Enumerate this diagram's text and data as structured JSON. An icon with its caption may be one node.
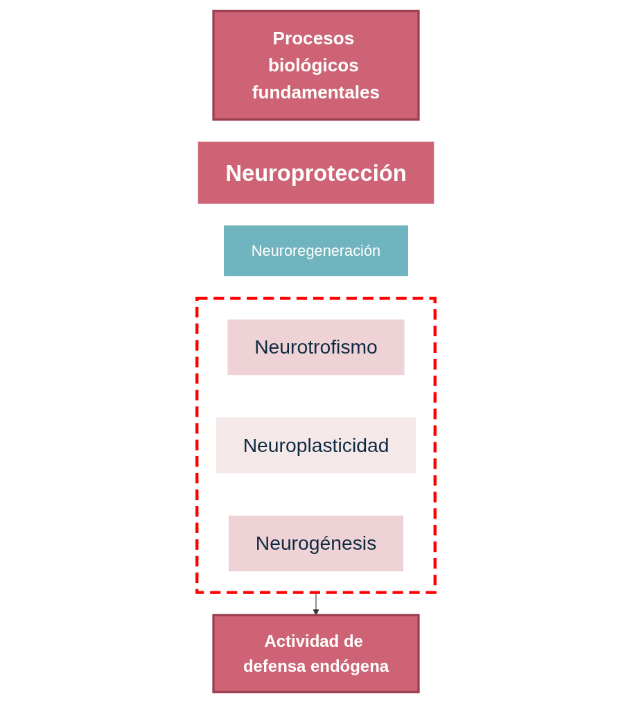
{
  "diagram": {
    "nodes": [
      {
        "text": [
          "Procesos biológicos fundamentales"
        ]
      },
      {
        "text": [
          "Neuroprotección"
        ]
      },
      {
        "text": [
          "Neuroregeneración"
        ]
      },
      {
        "text": [],
        "shape": "box"
      },
      {
        "text": [
          "Neurotrofismo"
        ],
        "in": 3
      },
      {
        "text": [
          "Neuroplasticidad"
        ],
        "in": 3
      },
      {
        "text": [
          "Neurogénesis"
        ],
        "in": 3
      },
      {
        "text": [
          "Actividad de defensa endógena"
        ]
      }
    ],
    "edges": [
      {
        "from": 3,
        "to": 7,
        "arrow": "to"
      }
    ]
  }
}
